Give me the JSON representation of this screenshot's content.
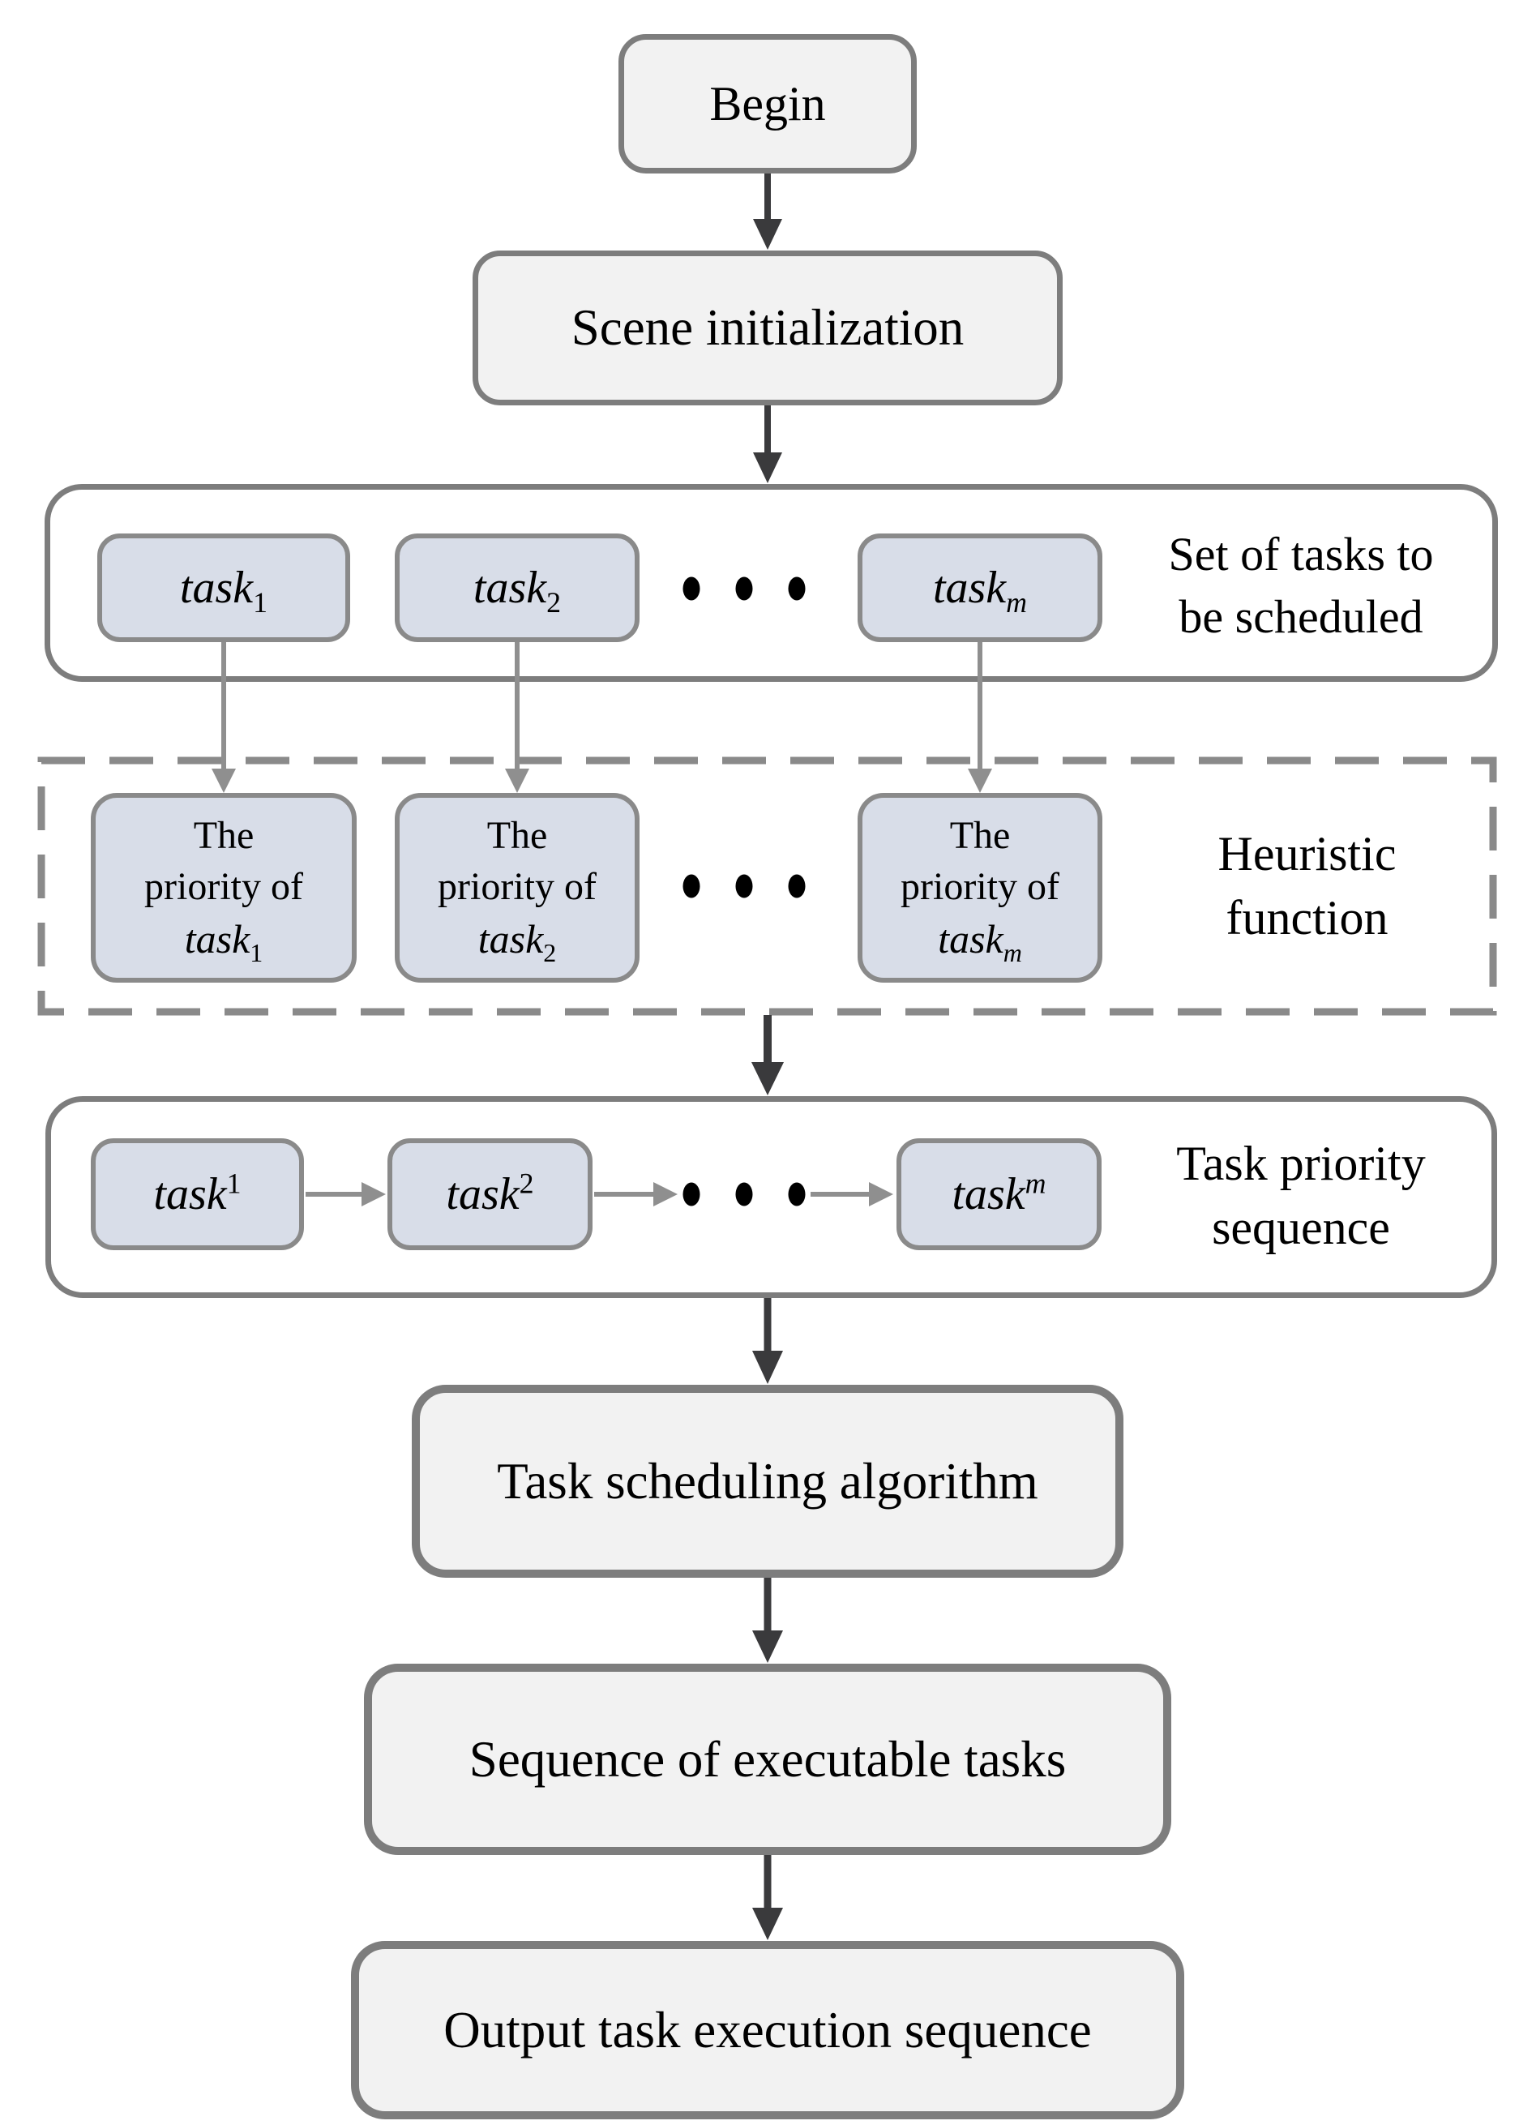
{
  "flowchart": {
    "begin": {
      "label": "Begin"
    },
    "scene_init": {
      "label": "Scene initialization"
    },
    "task_set": {
      "annotation_line1": "Set of tasks to",
      "annotation_line2": "be scheduled",
      "ellipsis": "• • •",
      "tasks": [
        {
          "base": "task",
          "sub": "1"
        },
        {
          "base": "task",
          "sub": "2"
        },
        {
          "base": "task",
          "sub": "m"
        }
      ]
    },
    "heuristic": {
      "annotation_line1": "Heuristic",
      "annotation_line2": "function",
      "ellipsis": "• • •",
      "items": [
        {
          "line1": "The",
          "line2": "priority of",
          "base": "task",
          "sub": "1"
        },
        {
          "line1": "The",
          "line2": "priority of",
          "base": "task",
          "sub": "2"
        },
        {
          "line1": "The",
          "line2": "priority of",
          "base": "task",
          "sub": "m"
        }
      ]
    },
    "priority_sequence": {
      "annotation_line1": "Task priority",
      "annotation_line2": "sequence",
      "ellipsis": "• • •",
      "tasks": [
        {
          "base": "task",
          "sup": "1"
        },
        {
          "base": "task",
          "sup": "2"
        },
        {
          "base": "task",
          "sup": "m"
        }
      ]
    },
    "scheduling": {
      "label": "Task scheduling algorithm"
    },
    "executable_sequence": {
      "label": "Sequence of executable tasks"
    },
    "output": {
      "label": "Output task execution sequence"
    },
    "colors": {
      "process_fill": "#f2f2f2",
      "task_fill": "#d8dde8",
      "border_gray": "#7d7d7d",
      "small_border_gray": "#8a8a8a",
      "arrow_dark": "#3a3a3c",
      "arrow_gray": "#8f8f8f",
      "text": "#000000"
    }
  }
}
